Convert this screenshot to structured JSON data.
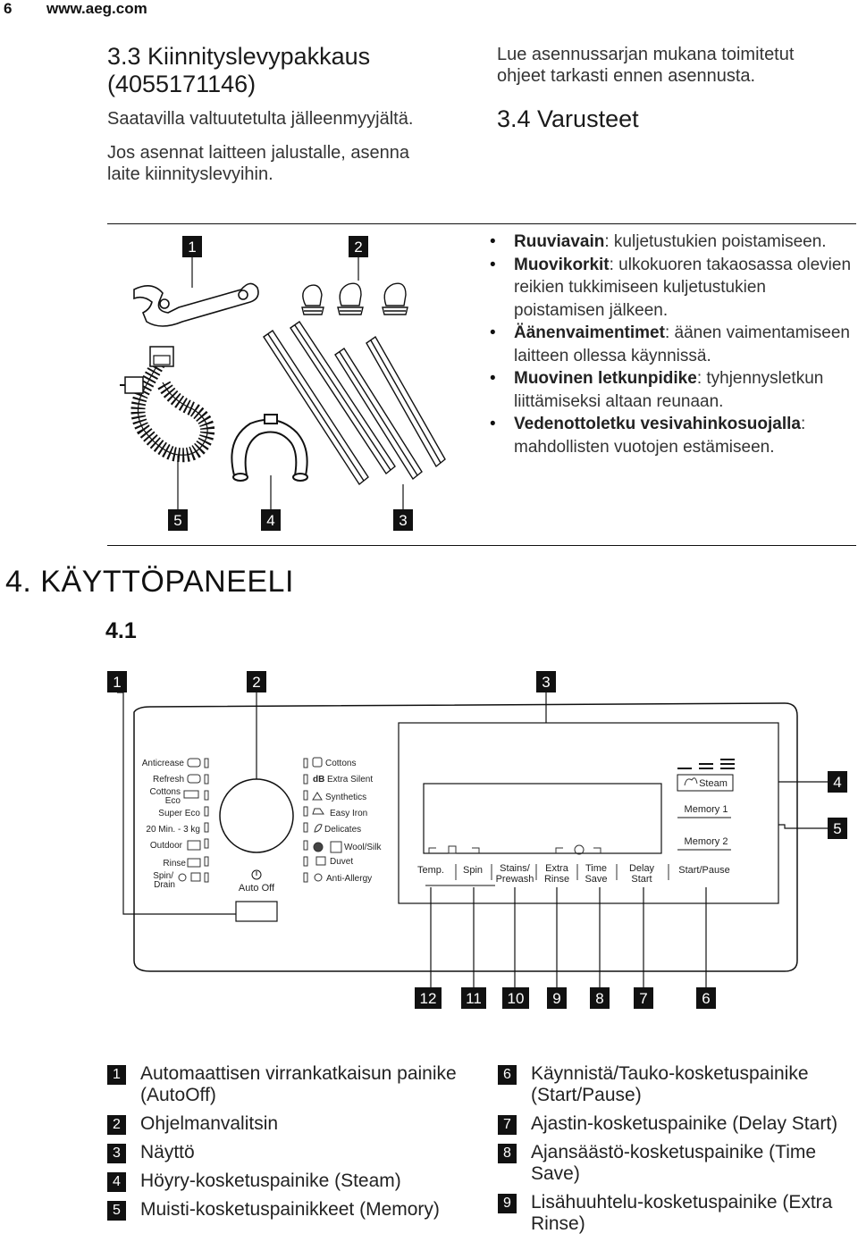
{
  "header": {
    "page_number": "6",
    "site": "www.aeg.com"
  },
  "section_3_3": {
    "title_line1": "3.3 Kiinnityslevypakkaus",
    "title_line2": "(4055171146)",
    "para1": "Saatavilla valtuutetulta jälleenmyyjältä.",
    "para2_line1": "Jos asennat laitteen jalustalle, asenna",
    "para2_line2": "laite kiinnityslevyihin."
  },
  "right_intro": {
    "line1": "Lue asennussarjan mukana toimitetut",
    "line2": "ohjeet tarkasti ennen asennusta."
  },
  "section_3_4": {
    "title": "3.4 Varusteet"
  },
  "accessory_labels": {
    "n1": "1",
    "n2": "2",
    "n3": "3",
    "n4": "4",
    "n5": "5"
  },
  "accessories": [
    {
      "name": "Ruuviavain",
      "desc": ": kuljetustukien poistamiseen."
    },
    {
      "name": "Muovikorkit",
      "desc": ": ulkokuoren takaosassa olevien reikien tukkimiseen kuljetustukien poistamisen jälkeen."
    },
    {
      "name": "Äänenvaimentimet",
      "desc": ": äänen vaimentamiseen laitteen ollessa käynnissä."
    },
    {
      "name": "Muovinen letkunpidike",
      "desc": ": tyhjennysletkun liittämiseksi altaan reunaan."
    },
    {
      "name": "Vedenottoletku vesivahinkosuojalla",
      "desc": ": mahdollisten vuotojen estämiseen."
    }
  ],
  "section_4": {
    "title": "4. KÄYTTÖPANEELI",
    "subtitle": "4.1"
  },
  "panel": {
    "callouts_top": [
      "1",
      "2",
      "3"
    ],
    "callouts_right": [
      "4",
      "5"
    ],
    "callouts_bottom": [
      "12",
      "11",
      "10",
      "9",
      "8",
      "7",
      "6"
    ],
    "programs_left": [
      "Anticrease",
      "Refresh",
      "Cottons",
      "Eco",
      "Super Eco",
      "20 Min. - 3 kg",
      "Outdoor",
      "Rinse",
      "Spin/",
      "Drain"
    ],
    "programs_right": [
      "Cottons",
      "Extra Silent",
      "Synthetics",
      "Easy Iron",
      "Delicates",
      "Wool/Silk",
      "Duvet",
      "Anti-Allergy"
    ],
    "db_symbol": "dB",
    "auto_off": "Auto Off",
    "buttons": [
      "Temp.",
      "Spin",
      "Stains/",
      "Prewash",
      "Extra",
      "Rinse",
      "Time",
      "Save",
      "Delay",
      "Start",
      "Start/Pause"
    ],
    "right_buttons": [
      "Steam",
      "Memory 1",
      "Memory 2"
    ]
  },
  "legend_left": [
    {
      "num": "1",
      "text": "Automaattisen virrankatkaisun painike (AutoOff)"
    },
    {
      "num": "2",
      "text": "Ohjelmanvalitsin"
    },
    {
      "num": "3",
      "text": "Näyttö"
    },
    {
      "num": "4",
      "text": "Höyry-kosketuspainike (Steam)"
    },
    {
      "num": "5",
      "text": "Muisti-kosketuspainikkeet (Memory)"
    }
  ],
  "legend_right": [
    {
      "num": "6",
      "text": "Käynnistä/Tauko-kosketuspainike (Start/Pause)"
    },
    {
      "num": "7",
      "text": "Ajastin-kosketuspainike (Delay Start)"
    },
    {
      "num": "8",
      "text": "Ajansäästö-kosketuspainike (Time Save)"
    },
    {
      "num": "9",
      "text": "Lisähuuhtelu-kosketuspainike (Extra Rinse)"
    }
  ]
}
